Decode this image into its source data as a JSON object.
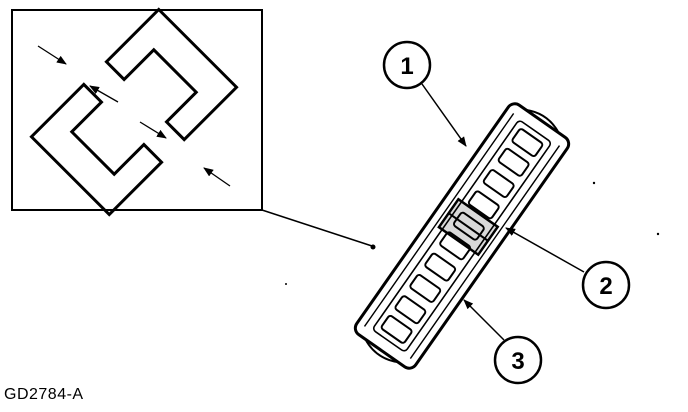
{
  "figure": {
    "id_label": "GD2784-A",
    "callouts": [
      "1",
      "2",
      "3"
    ],
    "ink_color": "#000000",
    "background_color": "#ffffff"
  }
}
